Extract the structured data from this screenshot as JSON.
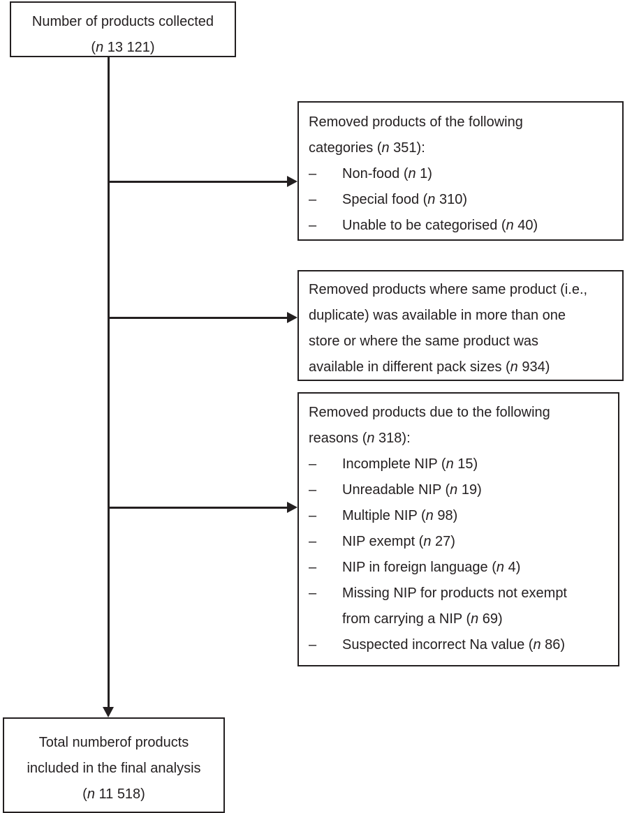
{
  "figure": {
    "type": "flowchart",
    "orientation": "top-to-bottom",
    "colors": {
      "stroke": "#231f20",
      "background": "#ffffff",
      "text": "#231f20"
    }
  },
  "top_box": {
    "line1": "Number of products collected",
    "line2_prefix": "(",
    "line2_italic": "n",
    "line2_value": " 13 121)"
  },
  "bottom_box": {
    "line1": "Total numberof products",
    "line2": "included in the final analysis",
    "line3_prefix": "(",
    "line3_italic": "n",
    "line3_value": " 11 518)"
  },
  "exclusion_boxes": [
    {
      "id": "removed-categories",
      "heading_line1": "Removed products of the following",
      "heading_line2_prefix": "categories (",
      "heading_line2_italic": "n",
      "heading_line2_value": " 351):",
      "items": [
        {
          "dash": "–",
          "label": "Non-food (",
          "italic": "n",
          "value": " 1)"
        },
        {
          "dash": "–",
          "label": "Special food (",
          "italic": "n",
          "value": " 310)"
        },
        {
          "dash": "–",
          "label": "Unable to be categorised (",
          "italic": "n",
          "value": " 40)"
        }
      ]
    },
    {
      "id": "removed-duplicates",
      "line1": "Removed products where same product (i.e.,",
      "line2": "duplicate) was available in more than one",
      "line3": "store or where the same product was",
      "line4_prefix": "available in different pack sizes (",
      "line4_italic": "n",
      "line4_value": " 934)"
    },
    {
      "id": "removed-nip-reasons",
      "heading_line1": "Removed products due to the following",
      "heading_line2_prefix": "reasons (",
      "heading_line2_italic": "n",
      "heading_line2_value": " 318):",
      "items": [
        {
          "dash": "–",
          "label": "Incomplete NIP (",
          "italic": "n",
          "value": " 15)"
        },
        {
          "dash": "–",
          "label": "Unreadable NIP (",
          "italic": "n",
          "value": " 19)"
        },
        {
          "dash": "–",
          "label": "Multiple NIP (",
          "italic": "n",
          "value": " 98)"
        },
        {
          "dash": "–",
          "label": "NIP exempt (",
          "italic": "n",
          "value": " 27)"
        },
        {
          "dash": "–",
          "label": "NIP in foreign language (",
          "italic": "n",
          "value": " 4)"
        },
        {
          "dash": "–",
          "label": "Missing NIP for products not exempt",
          "italic": "",
          "value": ""
        },
        {
          "dash": "",
          "label": "from carrying a NIP (",
          "italic": "n",
          "value": " 69)",
          "continuation": true
        },
        {
          "dash": "–",
          "label": "Suspected incorrect Na value (",
          "italic": "n",
          "value": " 86)"
        }
      ]
    }
  ],
  "chart_data": {
    "type": "flowchart",
    "title": "Product inclusion flow diagram",
    "nodes": [
      {
        "name": "Number of products collected",
        "n": 13121
      },
      {
        "name": "Removed products of the following categories",
        "n": 351,
        "children": [
          {
            "name": "Non-food",
            "n": 1
          },
          {
            "name": "Special food",
            "n": 310
          },
          {
            "name": "Unable to be categorised",
            "n": 40
          }
        ]
      },
      {
        "name": "Removed products where same product (i.e., duplicate) was available in more than one store or where the same product was available in different pack sizes",
        "n": 934
      },
      {
        "name": "Removed products due to the following reasons",
        "n": 318,
        "children": [
          {
            "name": "Incomplete NIP",
            "n": 15
          },
          {
            "name": "Unreadable NIP",
            "n": 19
          },
          {
            "name": "Multiple NIP",
            "n": 98
          },
          {
            "name": "NIP exempt",
            "n": 27
          },
          {
            "name": "NIP in foreign language",
            "n": 4
          },
          {
            "name": "Missing NIP for products not exempt from carrying a NIP",
            "n": 69
          },
          {
            "name": "Suspected incorrect Na value",
            "n": 86
          }
        ]
      },
      {
        "name": "Total number of products included in the final analysis",
        "n": 11518
      }
    ]
  }
}
